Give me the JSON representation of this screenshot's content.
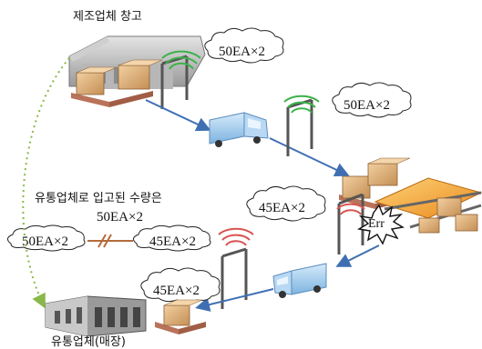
{
  "labels": {
    "factory": "제조업체 창고",
    "store": "유통업체(매장)",
    "note_line1": "유통업체로 입고된 수량은",
    "note_line2": "50EA×2"
  },
  "clouds": {
    "c1": "50EA×2",
    "c2": "50EA×2",
    "c3": "45EA×2",
    "c4_left": "50EA×2",
    "c4_right": "45EA×2",
    "c5": "45EA×2"
  },
  "error_burst": "Err",
  "colors": {
    "wave_green": "#3bb34a",
    "wave_red": "#d9534f",
    "arrow_blue": "#3f6fb3",
    "dotted_green": "#8ab84a",
    "truck": "#9cc6ea",
    "box": "#d8a971",
    "pallet": "#b9735a",
    "conveyor_orange": "#f0a030"
  }
}
